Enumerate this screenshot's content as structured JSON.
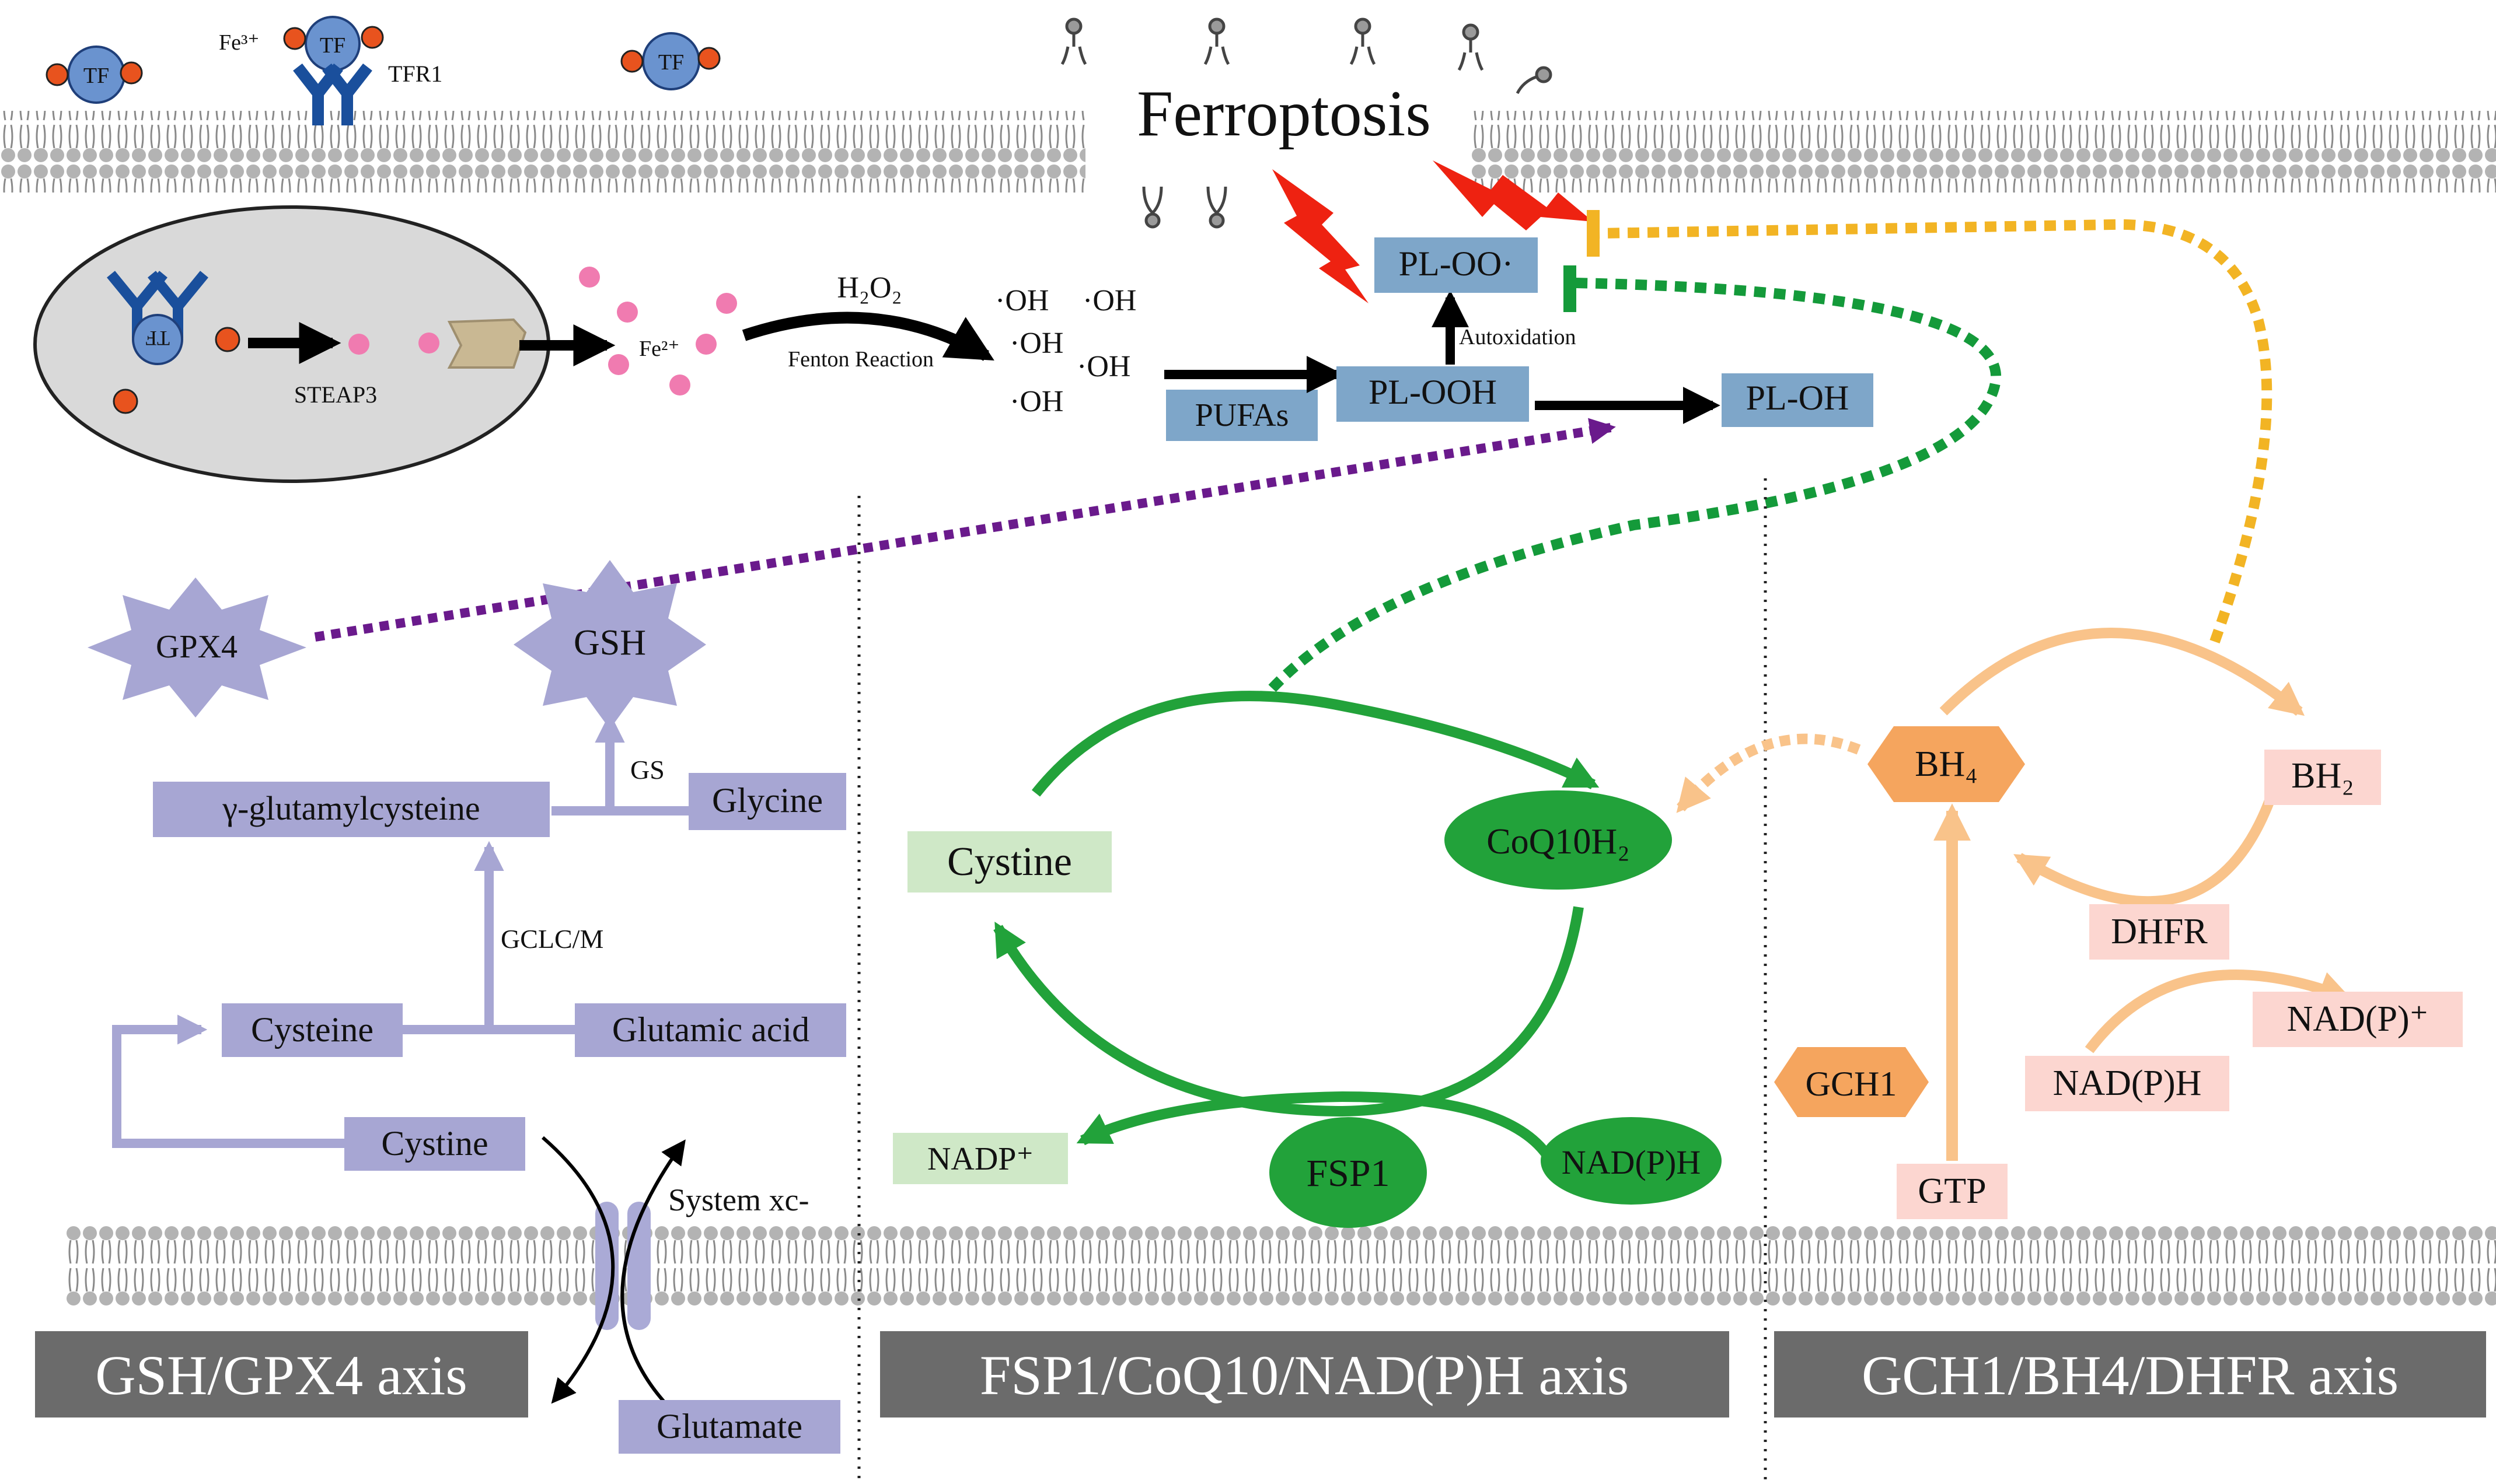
{
  "title": "Ferroptosis",
  "iron_uptake": {
    "tf": "TF",
    "fe3": "Fe³⁺",
    "tfr1": "TFR1",
    "steap3": "STEAP3",
    "fe2": "Fe²⁺",
    "h2o2": "H₂O₂",
    "fenton": "Fenton Reaction",
    "oh": "·OH"
  },
  "lipid": {
    "pufas": "PUFAs",
    "plooh": "PL-OOH",
    "ploo": "PL-OO·",
    "ploh": "PL-OH",
    "autoxidation": "Autoxidation"
  },
  "gsh_axis": {
    "gpx4": "GPX4",
    "gsh": "GSH",
    "gs": "GS",
    "gamma_glutamylcysteine": "γ-glutamylcysteine",
    "glycine": "Glycine",
    "gclc_m": "GCLC/M",
    "cysteine": "Cysteine",
    "glutamic_acid": "Glutamic acid",
    "cystine": "Cystine",
    "system_xc": "System xc-",
    "glutamate": "Glutamate",
    "label": "GSH/GPX4 axis"
  },
  "fsp1_axis": {
    "cystine": "Cystine",
    "coq10h2": "CoQ10H₂",
    "nadp": "NADP⁺",
    "fsp1": "FSP1",
    "nadph": "NAD(P)H",
    "label": "FSP1/CoQ10/NAD(P)H axis"
  },
  "gch1_axis": {
    "bh4": "BH₄",
    "bh2": "BH₂",
    "dhfr": "DHFR",
    "nadp_plus": "NAD(P)⁺",
    "nadph": "NAD(P)H",
    "gch1": "GCH1",
    "gtp": "GTP",
    "label": "GCH1/BH4/DHFR axis"
  },
  "colors": {
    "gsh_box": "#a7a6d3",
    "fsp1_green": "#22a23a",
    "fsp1_light": "#cfe8c7",
    "gch1_orange": "#f5a55e",
    "gch1_pink": "#fcd6d0",
    "lipid_blue": "#7ea6c9",
    "purple_dash": "#6a1a8c",
    "green_dash": "#149a3a",
    "orange_dash": "#f2b424",
    "lightning": "#ee2211",
    "axis_label_bg": "#6b6b6b"
  }
}
